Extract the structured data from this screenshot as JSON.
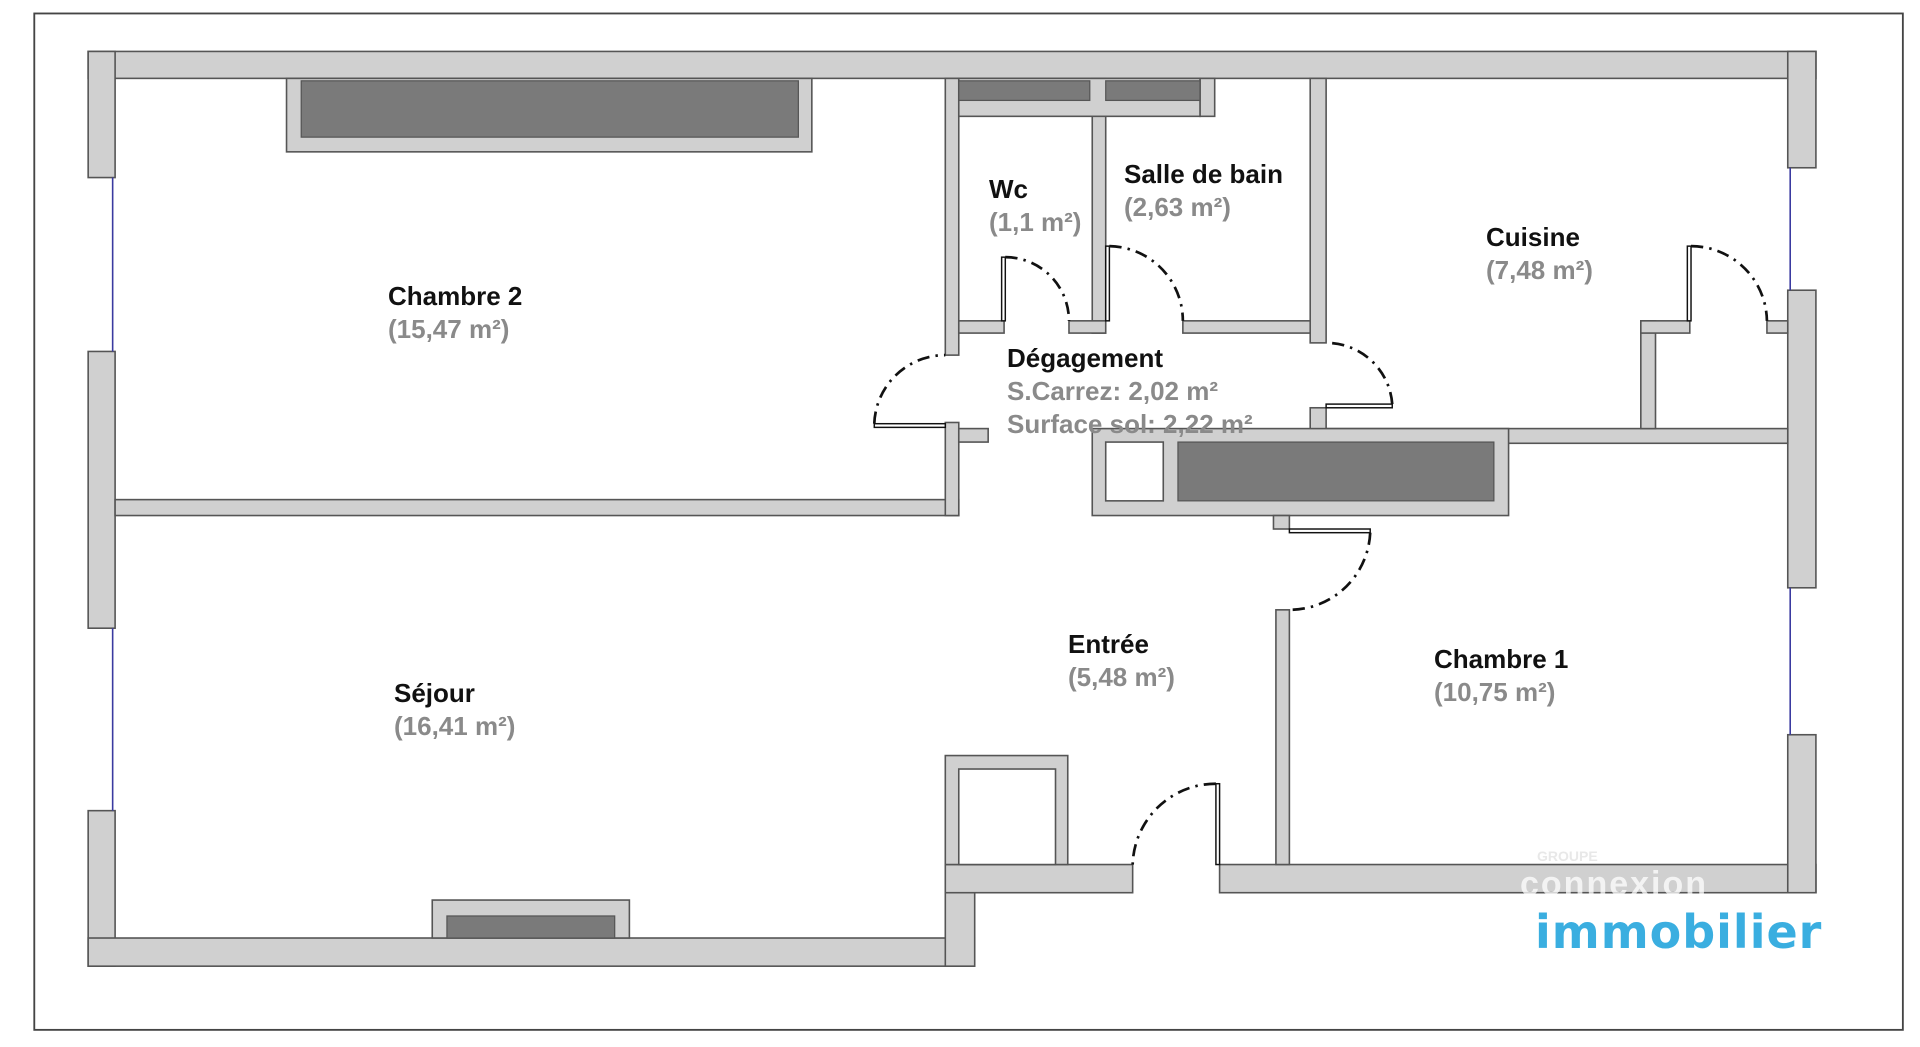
{
  "rooms": [
    {
      "name": "Chambre 2",
      "area": "(15,47 m²)"
    },
    {
      "name": "Wc",
      "area": "(1,1 m²)"
    },
    {
      "name": "Salle de bain",
      "area": "(2,63 m²)"
    },
    {
      "name": "Cuisine",
      "area": "(7,48 m²)"
    },
    {
      "name": "Dégagement",
      "carrez": "S.Carrez: 2,02 m²",
      "sol": "Surface sol: 2,22 m²"
    },
    {
      "name": "Séjour",
      "area": "(16,41 m²)"
    },
    {
      "name": "Entrée",
      "area": "(5,48 m²)"
    },
    {
      "name": "Chambre 1",
      "area": "(10,75 m²)"
    }
  ],
  "logo": {
    "group": "GROUPE",
    "brand": "connexion",
    "sub": "immobilier",
    "color": "#3aaee0"
  }
}
